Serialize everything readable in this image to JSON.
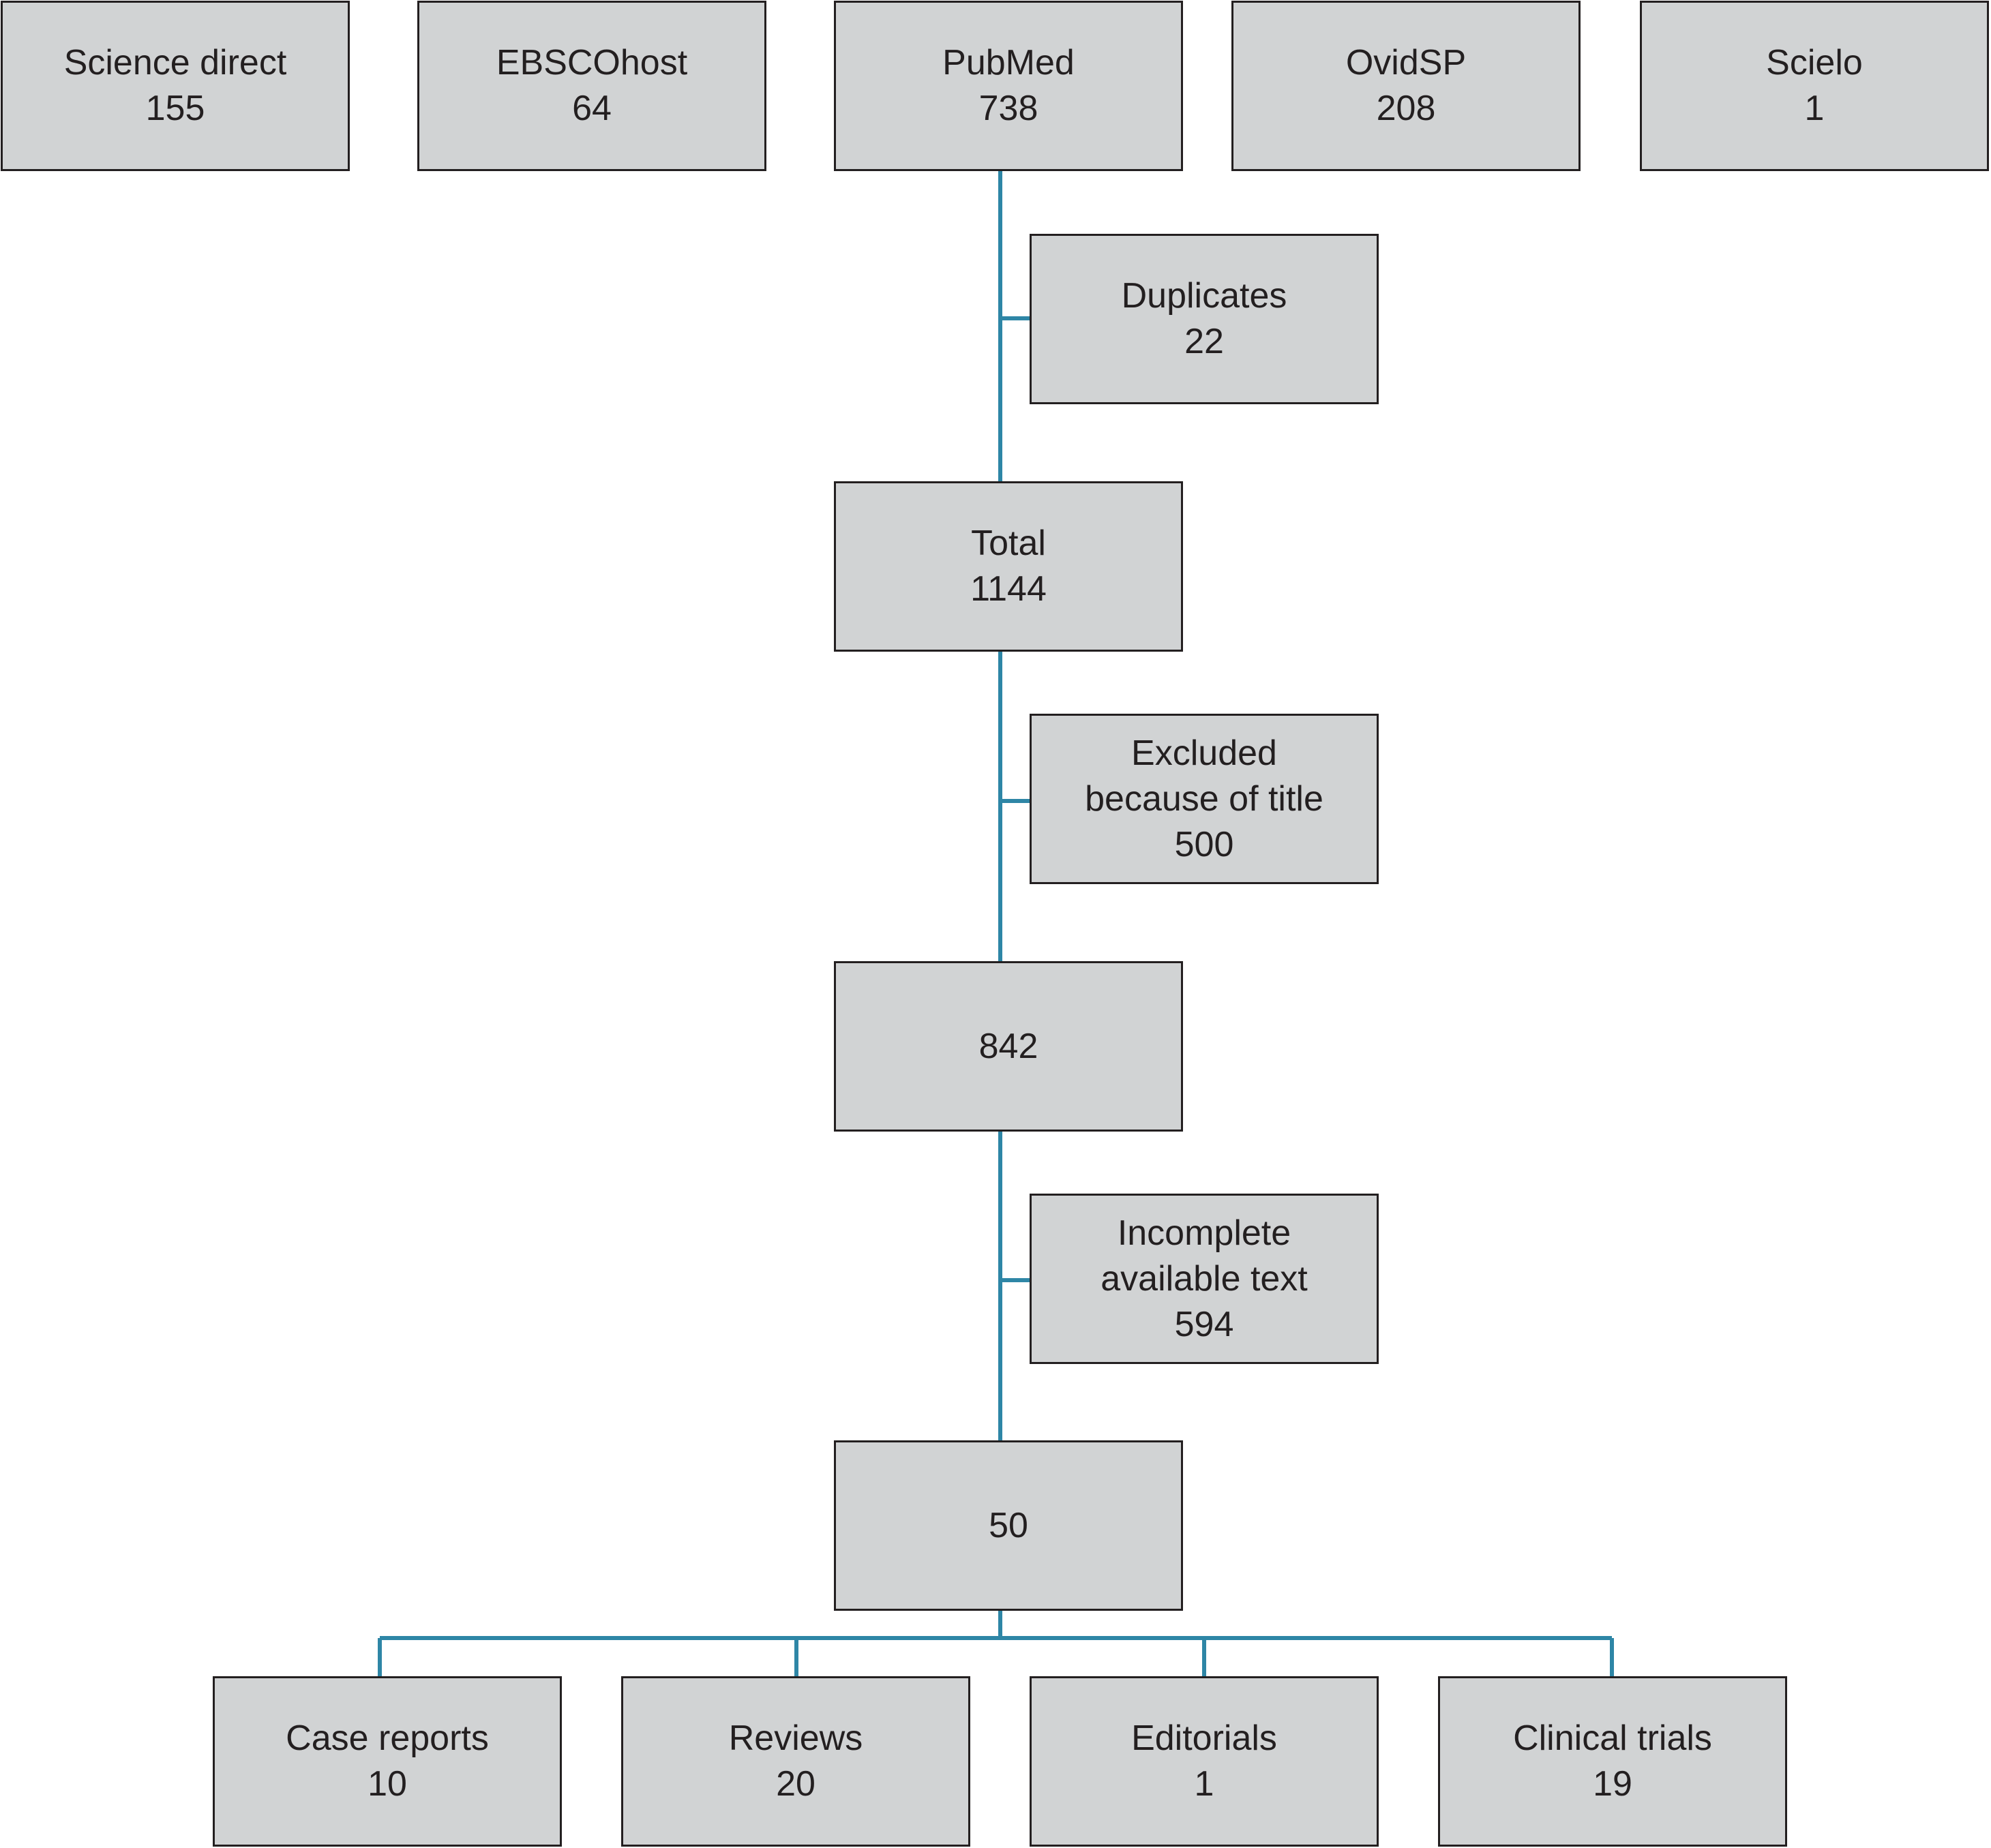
{
  "sources": [
    {
      "label": "Science direct",
      "count": "155"
    },
    {
      "label": "EBSCOhost",
      "count": "64"
    },
    {
      "label": "PubMed",
      "count": "738"
    },
    {
      "label": "OvidSP",
      "count": "208"
    },
    {
      "label": "Scielo",
      "count": "1"
    }
  ],
  "duplicates": {
    "label": "Duplicates",
    "count": "22"
  },
  "total": {
    "label": "Total",
    "count": "1144"
  },
  "excluded_title": {
    "label_line1": "Excluded",
    "label_line2": "because of title",
    "count": "500"
  },
  "after_title": {
    "count": "842"
  },
  "incomplete_text": {
    "label_line1": "Incomplete",
    "label_line2": "available text",
    "count": "594"
  },
  "included": {
    "count": "50"
  },
  "categories": [
    {
      "label": "Case reports",
      "count": "10"
    },
    {
      "label": "Reviews",
      "count": "20"
    },
    {
      "label": "Editorials",
      "count": "1"
    },
    {
      "label": "Clinical trials",
      "count": "19"
    }
  ],
  "colors": {
    "connector": "#2e86a6",
    "box_fill": "#d1d3d4",
    "box_border": "#231f20",
    "text": "#231f20"
  }
}
